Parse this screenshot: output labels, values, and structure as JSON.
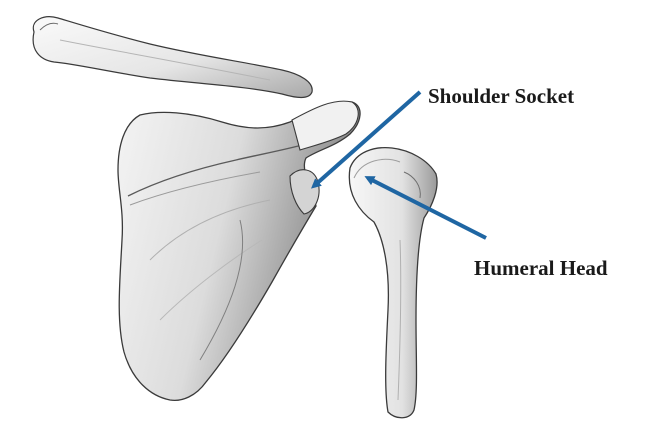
{
  "labels": {
    "shoulder_socket": "Shoulder Socket",
    "humeral_head": "Humeral Head"
  },
  "colors": {
    "arrow": "#1f66a3",
    "label_text": "#1a1a1a",
    "bone_fill": "#eeeeee",
    "bone_shadow": "#8c8c8c",
    "bone_outline": "#3a3a3a"
  },
  "icons": {
    "clavicle": "clavicle-bone-illustration",
    "scapula": "scapula-bone-illustration",
    "humerus": "humerus-bone-illustration"
  }
}
